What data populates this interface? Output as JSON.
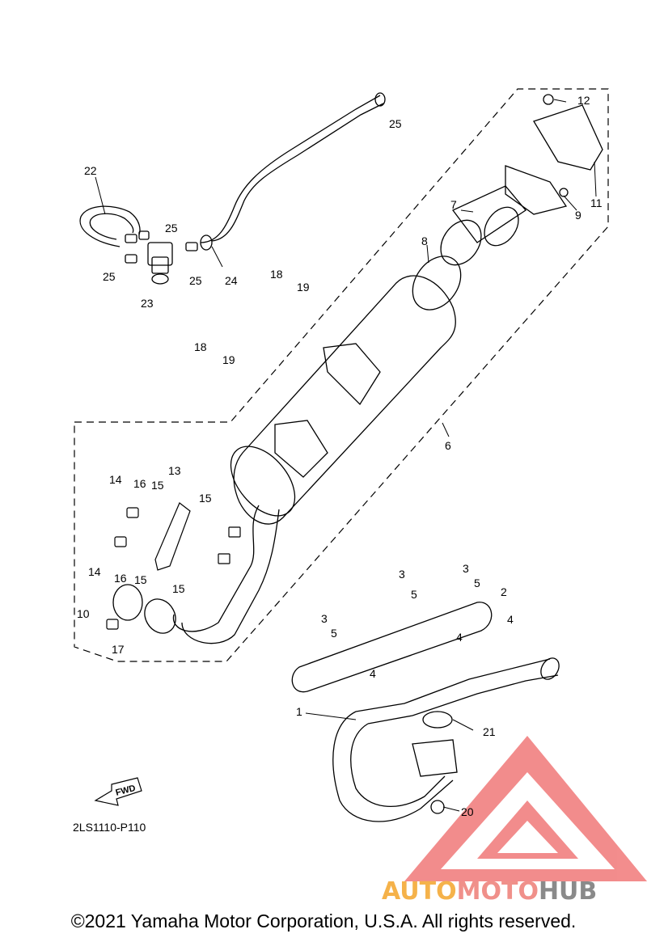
{
  "diagram": {
    "drawing_code": "2LS1110-P110",
    "fwd_label": "FWD",
    "parts": [
      {
        "id": "p1",
        "number": "1"
      },
      {
        "id": "p2",
        "number": "2"
      },
      {
        "id": "p3a",
        "number": "3"
      },
      {
        "id": "p3b",
        "number": "3"
      },
      {
        "id": "p3c",
        "number": "3"
      },
      {
        "id": "p4a",
        "number": "4"
      },
      {
        "id": "p4b",
        "number": "4"
      },
      {
        "id": "p4c",
        "number": "4"
      },
      {
        "id": "p5a",
        "number": "5"
      },
      {
        "id": "p5b",
        "number": "5"
      },
      {
        "id": "p5c",
        "number": "5"
      },
      {
        "id": "p6",
        "number": "6"
      },
      {
        "id": "p7",
        "number": "7"
      },
      {
        "id": "p8",
        "number": "8"
      },
      {
        "id": "p9",
        "number": "9"
      },
      {
        "id": "p10",
        "number": "10"
      },
      {
        "id": "p11",
        "number": "11"
      },
      {
        "id": "p12",
        "number": "12"
      },
      {
        "id": "p13",
        "number": "13"
      },
      {
        "id": "p14a",
        "number": "14"
      },
      {
        "id": "p14b",
        "number": "14"
      },
      {
        "id": "p15a",
        "number": "15"
      },
      {
        "id": "p15b",
        "number": "15"
      },
      {
        "id": "p15c",
        "number": "15"
      },
      {
        "id": "p15d",
        "number": "15"
      },
      {
        "id": "p16a",
        "number": "16"
      },
      {
        "id": "p16b",
        "number": "16"
      },
      {
        "id": "p17",
        "number": "17"
      },
      {
        "id": "p18a",
        "number": "18"
      },
      {
        "id": "p18b",
        "number": "18"
      },
      {
        "id": "p19a",
        "number": "19"
      },
      {
        "id": "p19b",
        "number": "19"
      },
      {
        "id": "p20",
        "number": "20"
      },
      {
        "id": "p21",
        "number": "21"
      },
      {
        "id": "p22",
        "number": "22"
      },
      {
        "id": "p23",
        "number": "23"
      },
      {
        "id": "p24",
        "number": "24"
      },
      {
        "id": "p25a",
        "number": "25"
      },
      {
        "id": "p25b",
        "number": "25"
      },
      {
        "id": "p25c",
        "number": "25"
      },
      {
        "id": "p25d",
        "number": "25"
      }
    ]
  },
  "watermark": {
    "part1": "AUTO",
    "part2": "MOTO",
    "part3": "HUB",
    "colors": {
      "auto": "#f5b24a",
      "moto": "#f0908a",
      "hub": "#8a8a8a",
      "triangle": "#f07070"
    }
  },
  "footer": {
    "copyright": "©2021 Yamaha Motor Corporation, U.S.A. All rights reserved."
  }
}
